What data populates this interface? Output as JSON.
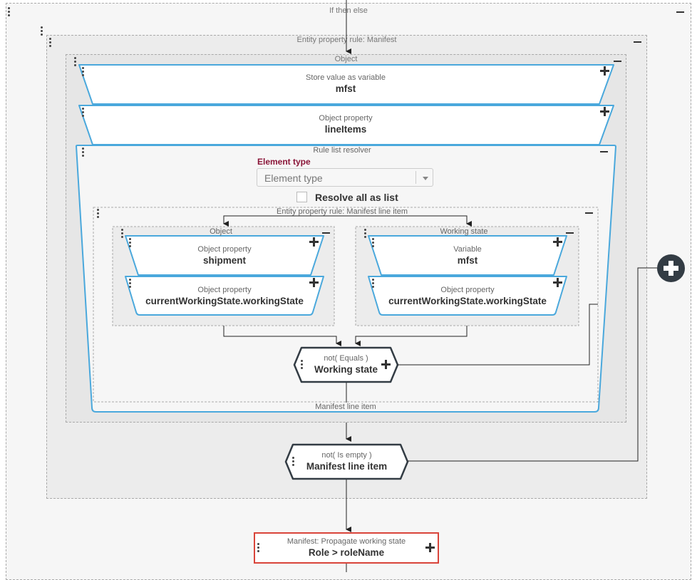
{
  "if_then_else": {
    "label": "If then else"
  },
  "entity_rule_manifest": {
    "label": "Entity property rule: Manifest"
  },
  "object_group": {
    "label": "Object"
  },
  "store_value": {
    "type": "Store value as variable",
    "value": "mfst"
  },
  "object_property_lineitems": {
    "type": "Object property",
    "value": "lineItems"
  },
  "rule_list_resolver": {
    "label": "Rule list resolver",
    "element_type_label": "Element type",
    "element_type_placeholder": "Element type",
    "resolve_all_label": "Resolve all as list",
    "footer": "Manifest line item"
  },
  "entity_rule_line_item": {
    "label": "Entity property rule: Manifest line item"
  },
  "left_group": {
    "label": "Object",
    "node1": {
      "type": "Object property",
      "value": "shipment"
    },
    "node2": {
      "type": "Object property",
      "value": "currentWorkingState.workingState"
    }
  },
  "right_group": {
    "label": "Working state",
    "node1": {
      "type": "Variable",
      "value": "mfst"
    },
    "node2": {
      "type": "Object property",
      "value": "currentWorkingState.workingState"
    }
  },
  "not_equals": {
    "type": "not( Equals )",
    "value": "Working state"
  },
  "not_is_empty": {
    "type": "not( Is empty )",
    "value": "Manifest line item"
  },
  "propagate": {
    "type": "Manifest: Propagate working state",
    "value": "Role > roleName"
  },
  "colors": {
    "accent": "#4aa8dc",
    "error_border": "#d9443a",
    "label_red": "#8a1538",
    "hex_stroke": "#333c44"
  }
}
